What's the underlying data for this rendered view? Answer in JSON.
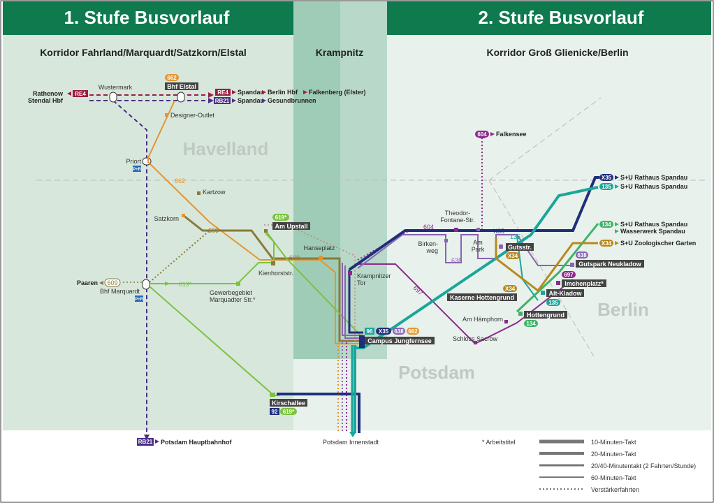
{
  "header": {
    "stage1": "1. Stufe Busvorlauf",
    "stage2": "2. Stufe Busvorlauf"
  },
  "corridors": {
    "west": "Korridor Fahrland/Marquardt/Satzkorn/Elstal",
    "center": "Krampnitz",
    "east": "Korridor Groß Glienicke/Berlin"
  },
  "regions": {
    "havelland": "Havelland",
    "berlin": "Berlin",
    "potsdam": "Potsdam"
  },
  "lines": {
    "re4": "RE4",
    "rb21": "RB21",
    "l662": "662",
    "l609": "609",
    "l619": "619*",
    "l619b": "619*",
    "l604": "604",
    "lx35": "X35",
    "l135": "135",
    "l134": "134",
    "lx34": "X34",
    "l638": "638",
    "l697": "697",
    "l96": "96",
    "l92": "92"
  },
  "stops": {
    "rathenow": "Rathenow",
    "stendal": "Stendal Hbf",
    "wustermark": "Wustermark",
    "bhf_elstal": "Bhf Elstal",
    "designer_outlet": "Designer-Outlet",
    "spandau_re4": "Spandau",
    "berlin_hbf": "Berlin Hbf",
    "falkenberg": "Falkenberg (Elster)",
    "spandau_rb21": "Spandau",
    "gesundbrunnen": "Gesundbrunnen",
    "priort": "Priort",
    "kartzow": "Kartzow",
    "satzkorn": "Satzkorn",
    "am_upstall": "Am Upstall",
    "hanseplatz": "Hanseplatz",
    "kienhorststr": "Kienhorststr.",
    "krampnitzer_tor_1": "Krampnitzer",
    "krampnitzer_tor_2": "Tor",
    "paaren": "Paaren",
    "bhf_marquardt": "Bhf Marquardt",
    "gewerbe_1": "Gewerbegebiet",
    "gewerbe_2": "Marquadter Str.*",
    "campus": "Campus Jungfernsee",
    "kirschallee": "Kirschallee",
    "potsdam_hbf": "Potsdam Hauptbahnhof",
    "potsdam_innenstadt": "Potsdam Innenstadt",
    "falkensee": "Falkensee",
    "theodor_1": "Theodor-",
    "theodor_2": "Fontane-Str.",
    "birkenweg_1": "Birken-",
    "birkenweg_2": "weg",
    "am_park_1": "Am",
    "am_park_2": "Park",
    "gutsstr": "Gutsstr.",
    "rathaus_spandau_x35": "S+U Rathaus Spandau",
    "rathaus_spandau_135": "S+U Rathaus Spandau",
    "rathaus_spandau_134": "S+U Rathaus Spandau",
    "wasserwerk": "Wasserwerk Spandau",
    "zoo": "S+U Zoologischer Garten",
    "gutspark": "Gutspark Neukladow",
    "imchenplatz": "Imchenplatz*",
    "alt_kladow": "Alt-Kladow",
    "kaserne": "Kaserne Hottengrund",
    "hottengrund": "Hottengrund",
    "am_haemphorn": "Am Hämphorn",
    "schloss_sacrow": "Schloss Sacrow"
  },
  "pr_label": "P+R",
  "footnote": "* Arbeitstitel",
  "legend": [
    {
      "label": "10-Minuten-Takt"
    },
    {
      "label": "20-Minuten-Takt"
    },
    {
      "label": "20/40-Minutentakt (2 Fahrten/Stunde)"
    },
    {
      "label": "60-Minuten-Takt"
    },
    {
      "label": "Verstärkerfahrten"
    }
  ],
  "colors": {
    "header_green": "#0e7a4d",
    "panel_west": "#d7e7dc",
    "panel_center": "#9fccb6",
    "panel_east": "#e8f1eb",
    "re4": "#9a1f40",
    "rb21": "#4b2e83",
    "orange": "#e5952f",
    "olive": "#8a7a3a",
    "lightgreen": "#7cc242",
    "purple": "#8c2a8c",
    "navy": "#1f2f7a",
    "teal": "#1aa69a",
    "green134": "#3fb36a",
    "x34": "#b78a1f",
    "lilac": "#8a63b4"
  }
}
